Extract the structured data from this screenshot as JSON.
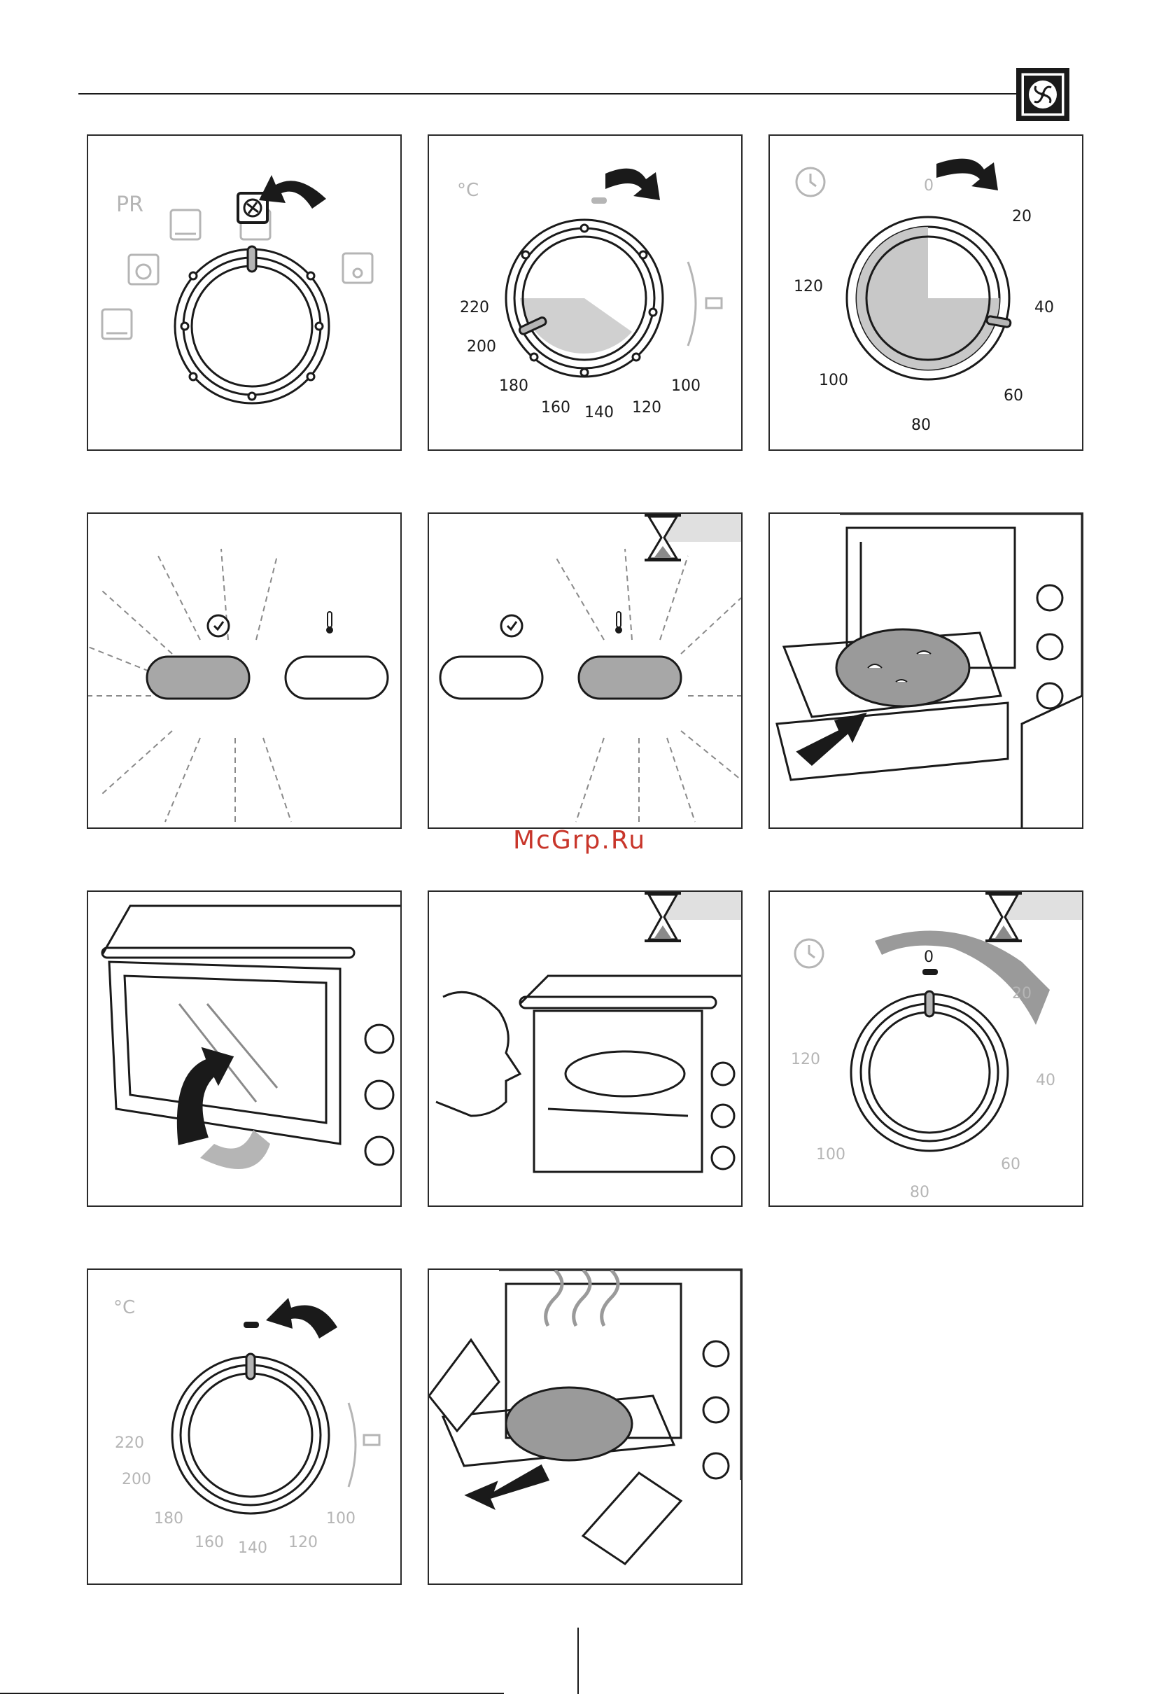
{
  "colors": {
    "ink": "#1a1a1a",
    "grey": "#8a8a8a",
    "light_grey": "#b5b5b5",
    "fill_grey": "#a7a7a7",
    "watermark": "#c8352a"
  },
  "header": {
    "icon": "oven-fan-icon"
  },
  "watermark": "McGrp.Ru",
  "panels": {
    "mode_dial": {
      "pr_label": "PR"
    },
    "temperature_dial": {
      "unit": "°C",
      "labels": [
        "220",
        "200",
        "180",
        "160",
        "140",
        "120",
        "100"
      ]
    },
    "timer_dial": {
      "labels": [
        "0",
        "20",
        "40",
        "60",
        "80",
        "100",
        "120"
      ]
    },
    "timer_running": {
      "labels": [
        "0",
        "20",
        "40",
        "60",
        "80",
        "100",
        "120"
      ]
    },
    "temperature_off": {
      "unit": "°C",
      "labels": [
        "220",
        "200",
        "180",
        "160",
        "140",
        "120",
        "100"
      ]
    }
  }
}
